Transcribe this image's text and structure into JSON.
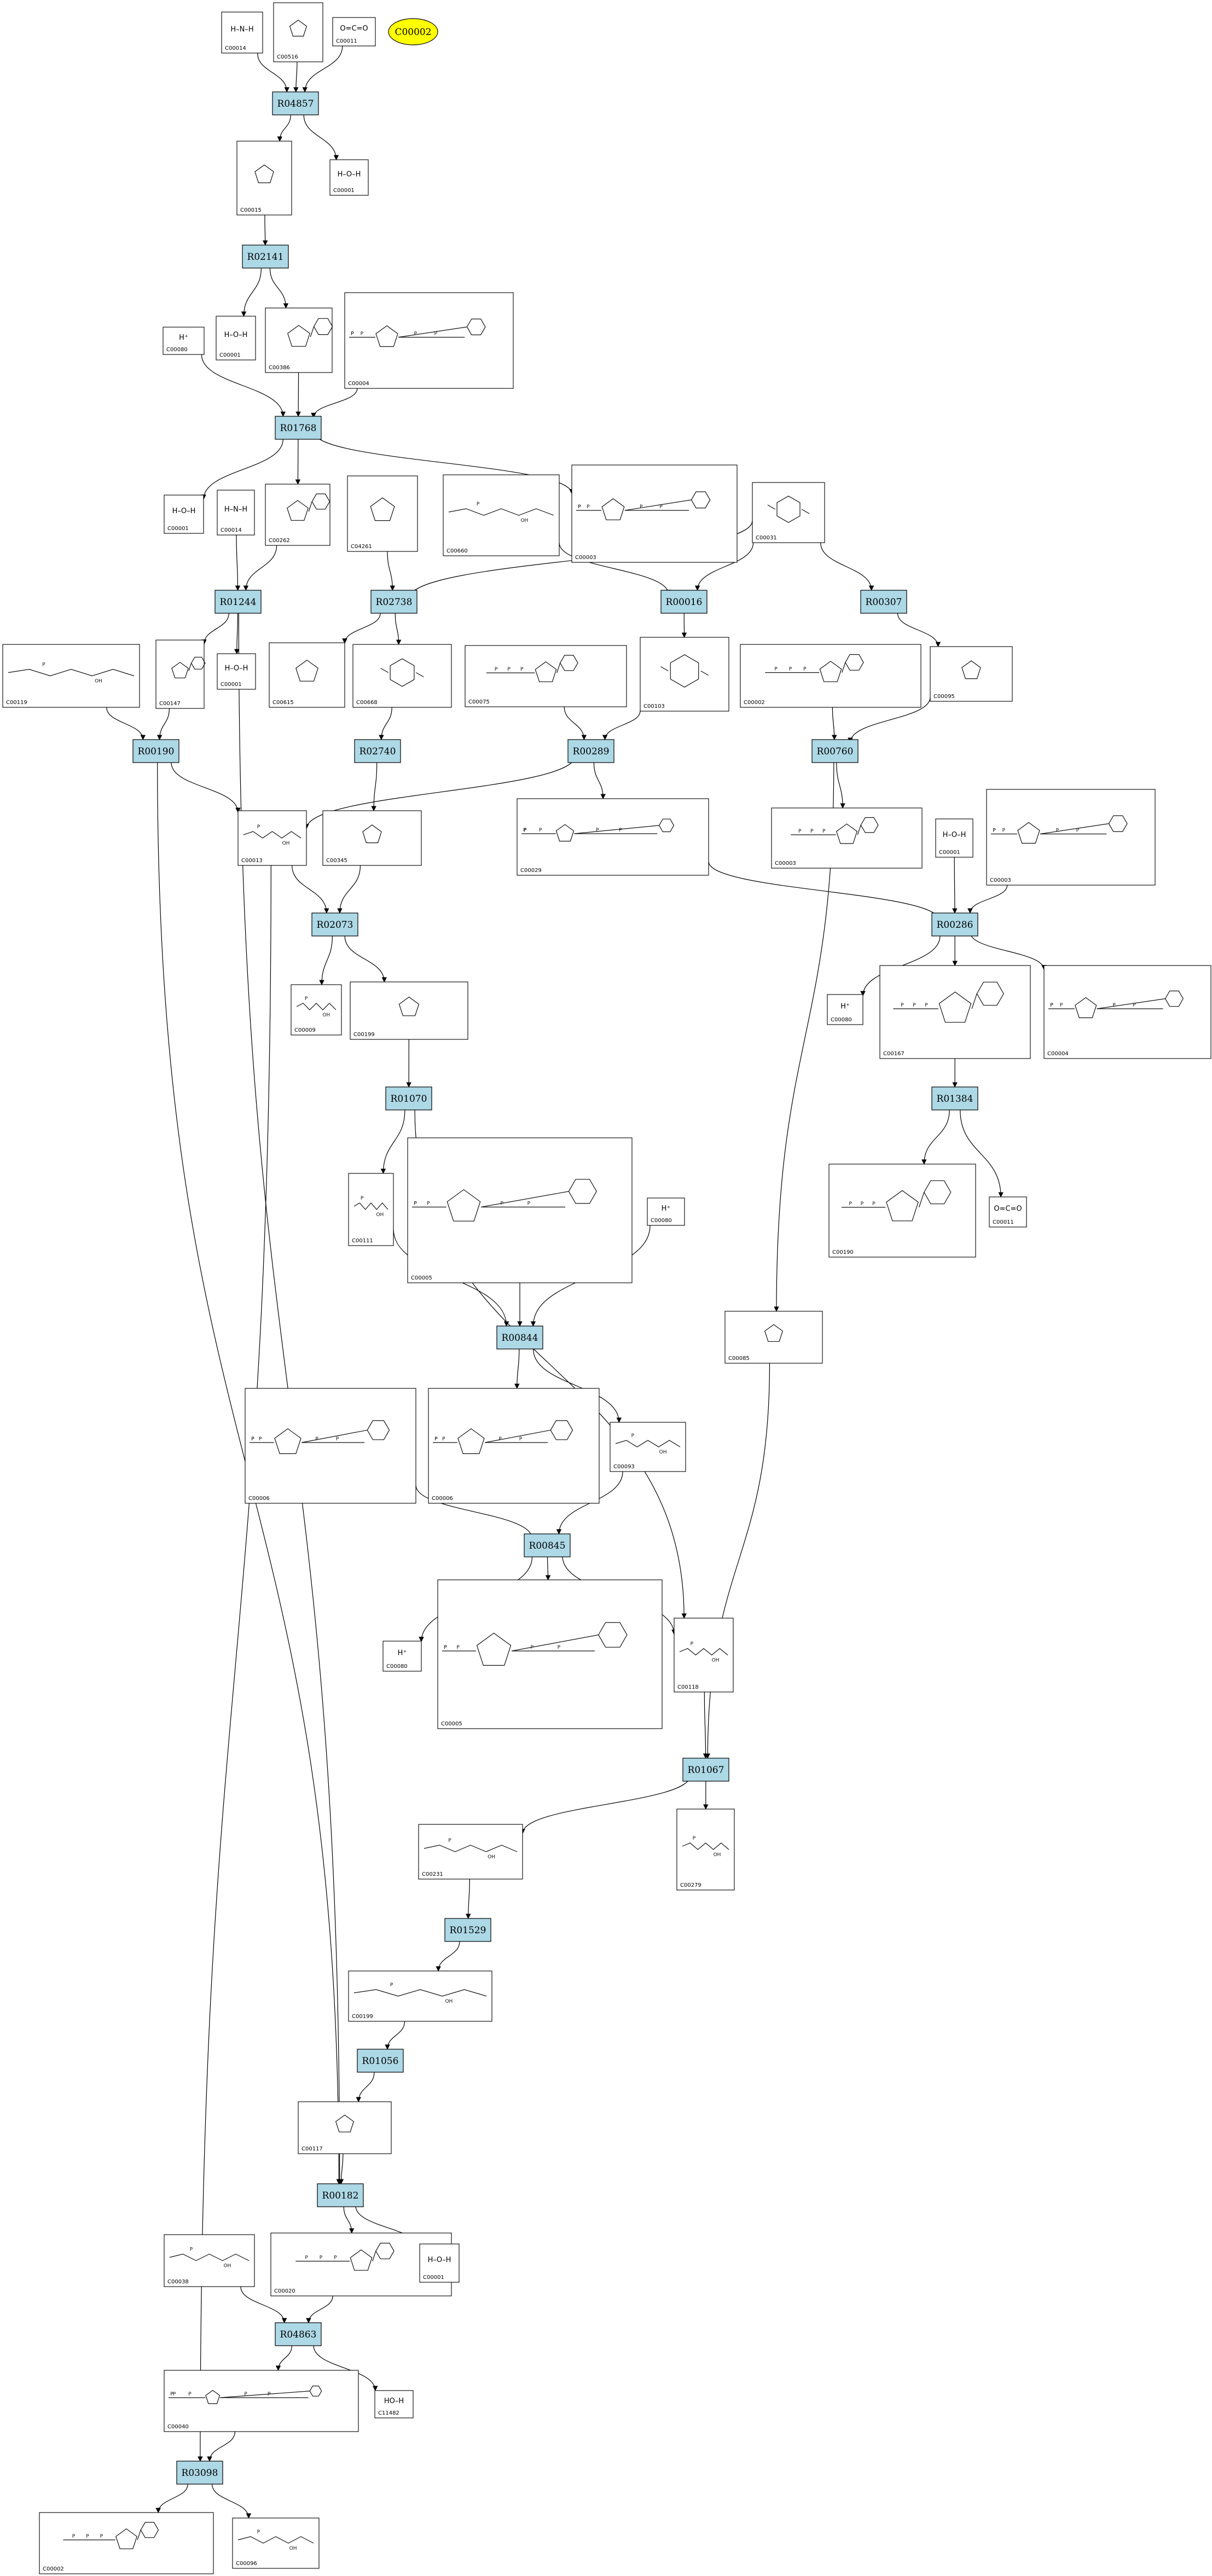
{
  "pathway_badge": "C00002",
  "reactions": [
    {
      "id": "r1",
      "label": "R04857"
    },
    {
      "id": "r2",
      "label": "R02141"
    },
    {
      "id": "r3",
      "label": "R01768"
    },
    {
      "id": "r4",
      "label": "R01244"
    },
    {
      "id": "r5",
      "label": "R02738"
    },
    {
      "id": "r6",
      "label": "R00016"
    },
    {
      "id": "r7",
      "label": "R00307"
    },
    {
      "id": "r8",
      "label": "R00190"
    },
    {
      "id": "r9",
      "label": "R02740"
    },
    {
      "id": "r10",
      "label": "R00289"
    },
    {
      "id": "r11",
      "label": "R00760"
    },
    {
      "id": "r12",
      "label": "R02073"
    },
    {
      "id": "r13",
      "label": "R00286"
    },
    {
      "id": "r14",
      "label": "R01070"
    },
    {
      "id": "r15",
      "label": "R01384"
    },
    {
      "id": "r16",
      "label": "R00844"
    },
    {
      "id": "r17",
      "label": "R00845"
    },
    {
      "id": "r18",
      "label": "R01067"
    },
    {
      "id": "r19",
      "label": "R01529"
    },
    {
      "id": "r20",
      "label": "R01056"
    },
    {
      "id": "r21",
      "label": "R00182"
    },
    {
      "id": "r22",
      "label": "R04863"
    },
    {
      "id": "r23",
      "label": "R03098"
    }
  ],
  "compounds": [
    {
      "id": "c1",
      "label": "C00014",
      "text": "H–N–H",
      "mol": "small"
    },
    {
      "id": "c2",
      "label": "C00516",
      "text": "",
      "mol": "ring5"
    },
    {
      "id": "c3",
      "label": "C00011",
      "text": "O=C=O",
      "mol": "small"
    },
    {
      "id": "c4",
      "label": "C00015",
      "text": "",
      "mol": "ring5"
    },
    {
      "id": "c5",
      "label": "C00001",
      "text": "H–O–H",
      "mol": "small"
    },
    {
      "id": "c6",
      "label": "C00080",
      "text": "H⁺",
      "mol": "small"
    },
    {
      "id": "c7",
      "label": "C00001",
      "text": "H–O–H",
      "mol": "small"
    },
    {
      "id": "c8",
      "label": "C00386",
      "text": "",
      "mol": "purine"
    },
    {
      "id": "c9",
      "label": "C00004",
      "text": "",
      "mol": "dinucleotide"
    },
    {
      "id": "c10",
      "label": "C00001",
      "text": "H–O–H",
      "mol": "small"
    },
    {
      "id": "c11",
      "label": "C00014",
      "text": "H–N–H",
      "mol": "small"
    },
    {
      "id": "c12",
      "label": "C00262",
      "text": "",
      "mol": "purine"
    },
    {
      "id": "c13",
      "label": "C04261",
      "text": "",
      "mol": "ring5"
    },
    {
      "id": "c14",
      "label": "C00660",
      "text": "",
      "mol": "sugarphos"
    },
    {
      "id": "c15",
      "label": "C00003",
      "text": "",
      "mol": "dinucleotide"
    },
    {
      "id": "c16",
      "label": "C00031",
      "text": "",
      "mol": "hexose"
    },
    {
      "id": "c17",
      "label": "C00119",
      "text": "",
      "mol": "sugarphos"
    },
    {
      "id": "c18",
      "label": "C00147",
      "text": "",
      "mol": "purine"
    },
    {
      "id": "c19",
      "label": "C00001",
      "text": "H–O–H",
      "mol": "small"
    },
    {
      "id": "c20",
      "label": "C00615",
      "text": "",
      "mol": "ring5"
    },
    {
      "id": "c21",
      "label": "C00668",
      "text": "",
      "mol": "hexose"
    },
    {
      "id": "c22",
      "label": "C00075",
      "text": "",
      "mol": "nucleotide"
    },
    {
      "id": "c23",
      "label": "C00103",
      "text": "",
      "mol": "hexose"
    },
    {
      "id": "c24",
      "label": "C00002",
      "text": "",
      "mol": "nucleotide"
    },
    {
      "id": "c25",
      "label": "C00095",
      "text": "",
      "mol": "ring5"
    },
    {
      "id": "c26",
      "label": "C00013",
      "text": "",
      "mol": "sugarphos"
    },
    {
      "id": "c27",
      "label": "C00345",
      "text": "",
      "mol": "ring5"
    },
    {
      "id": "c28",
      "label": "C00029",
      "text": "",
      "mol": "dinucleotide"
    },
    {
      "id": "c29",
      "label": "C00003",
      "text": "",
      "mol": "nucleotide"
    },
    {
      "id": "c30",
      "label": "C00001",
      "text": "H–O–H",
      "mol": "small"
    },
    {
      "id": "c31",
      "label": "C00003",
      "text": "",
      "mol": "dinucleotide"
    },
    {
      "id": "c32",
      "label": "C00009",
      "text": "",
      "mol": "sugarphos"
    },
    {
      "id": "c33",
      "label": "C00199",
      "text": "",
      "mol": "ring5"
    },
    {
      "id": "c34",
      "label": "C00080",
      "text": "H⁺",
      "mol": "small"
    },
    {
      "id": "c35",
      "label": "C00167",
      "text": "",
      "mol": "nucleotide"
    },
    {
      "id": "c36",
      "label": "C00004",
      "text": "",
      "mol": "dinucleotide"
    },
    {
      "id": "c37",
      "label": "C00111",
      "text": "",
      "mol": "sugarphos"
    },
    {
      "id": "c38",
      "label": "C00005",
      "text": "",
      "mol": "dinucleotide"
    },
    {
      "id": "c39",
      "label": "C00080",
      "text": "H⁺",
      "mol": "small"
    },
    {
      "id": "c40",
      "label": "C00190",
      "text": "",
      "mol": "nucleotide"
    },
    {
      "id": "c41",
      "label": "C00011",
      "text": "O=C=O",
      "mol": "small"
    },
    {
      "id": "c42",
      "label": "C00085",
      "text": "",
      "mol": "ring5"
    },
    {
      "id": "c43",
      "label": "C00006",
      "text": "",
      "mol": "dinucleotide"
    },
    {
      "id": "c44",
      "label": "C00006",
      "text": "",
      "mol": "dinucleotide"
    },
    {
      "id": "c45",
      "label": "C00093",
      "text": "",
      "mol": "sugarphos"
    },
    {
      "id": "c46",
      "label": "C00080",
      "text": "H⁺",
      "mol": "small"
    },
    {
      "id": "c47",
      "label": "C00005",
      "text": "",
      "mol": "dinucleotide"
    },
    {
      "id": "c48",
      "label": "C00118",
      "text": "",
      "mol": "sugarphos"
    },
    {
      "id": "c49",
      "label": "C00231",
      "text": "",
      "mol": "sugarphos"
    },
    {
      "id": "c50",
      "label": "C00279",
      "text": "",
      "mol": "sugarphos"
    },
    {
      "id": "c51",
      "label": "C00199",
      "text": "",
      "mol": "sugarphos"
    },
    {
      "id": "c52",
      "label": "C00117",
      "text": "",
      "mol": "ring5"
    },
    {
      "id": "c53",
      "label": "C00020",
      "text": "",
      "mol": "nucleotide"
    },
    {
      "id": "c54",
      "label": "C00001",
      "text": "H–O–H",
      "mol": "small"
    },
    {
      "id": "c55",
      "label": "C00038",
      "text": "",
      "mol": "sugarphos"
    },
    {
      "id": "c56",
      "label": "C00040",
      "text": "",
      "mol": "dinucleotide"
    },
    {
      "id": "c57",
      "label": "C11482",
      "text": "HO–H",
      "mol": "small"
    },
    {
      "id": "c58",
      "label": "C00002",
      "text": "",
      "mol": "nucleotide"
    },
    {
      "id": "c59",
      "label": "C00096",
      "text": "",
      "mol": "sugarphos"
    }
  ]
}
